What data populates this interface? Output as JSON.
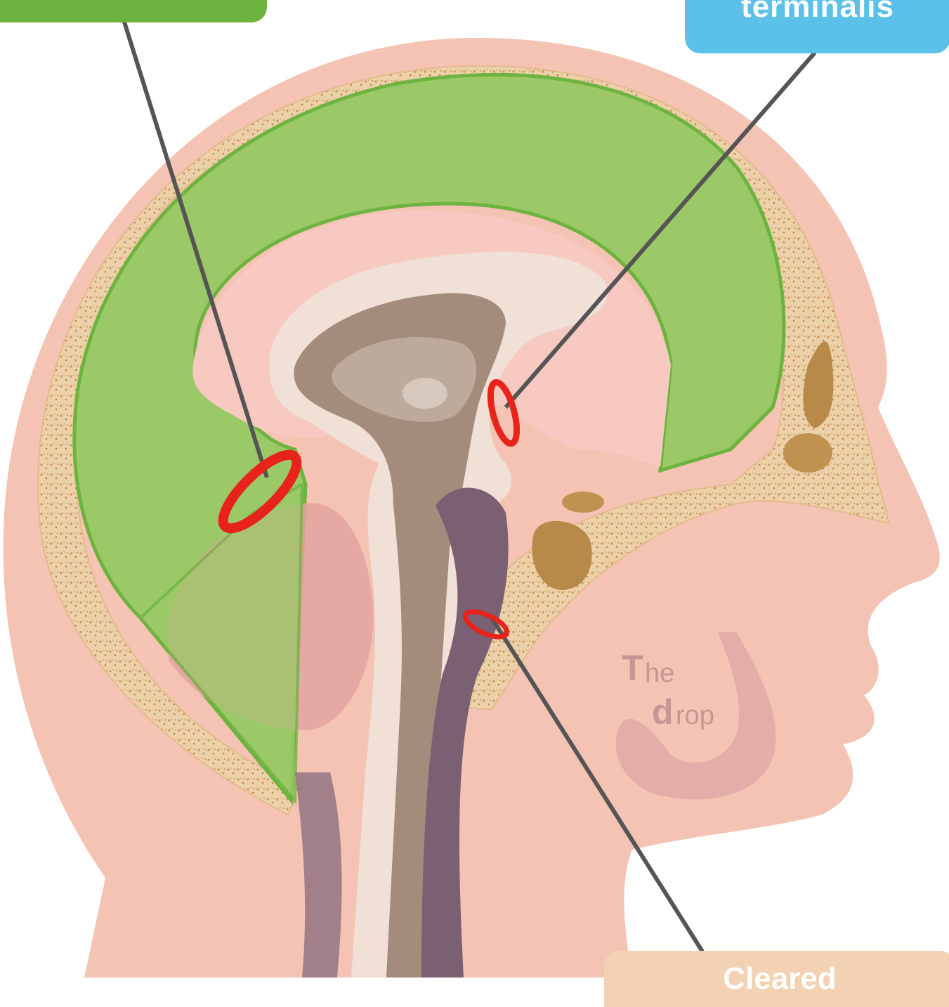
{
  "labels": {
    "left": {
      "text": "",
      "color": "#6db33f"
    },
    "right": {
      "text": "terminalis",
      "color": "#5bc1e8"
    },
    "bottom": {
      "text": "Cleared",
      "color": "#f2d2b2"
    }
  },
  "watermark": {
    "line1_initial": "T",
    "line1_rest": "he",
    "line2_initial": "d",
    "line2_rest": "rop"
  },
  "colors": {
    "skin": "#f5c3b4",
    "bone": "#e9c79f",
    "cerebrum_overlay": "#9bc968",
    "outline_green": "#6db33f",
    "brain_pink": "#f7c9c0",
    "ventricle": "#a38c7c",
    "brainstem": "#f1e0d5",
    "dark_space": "#7b5f73",
    "marker_red": "#e8231c",
    "leader_line": "#555555"
  }
}
